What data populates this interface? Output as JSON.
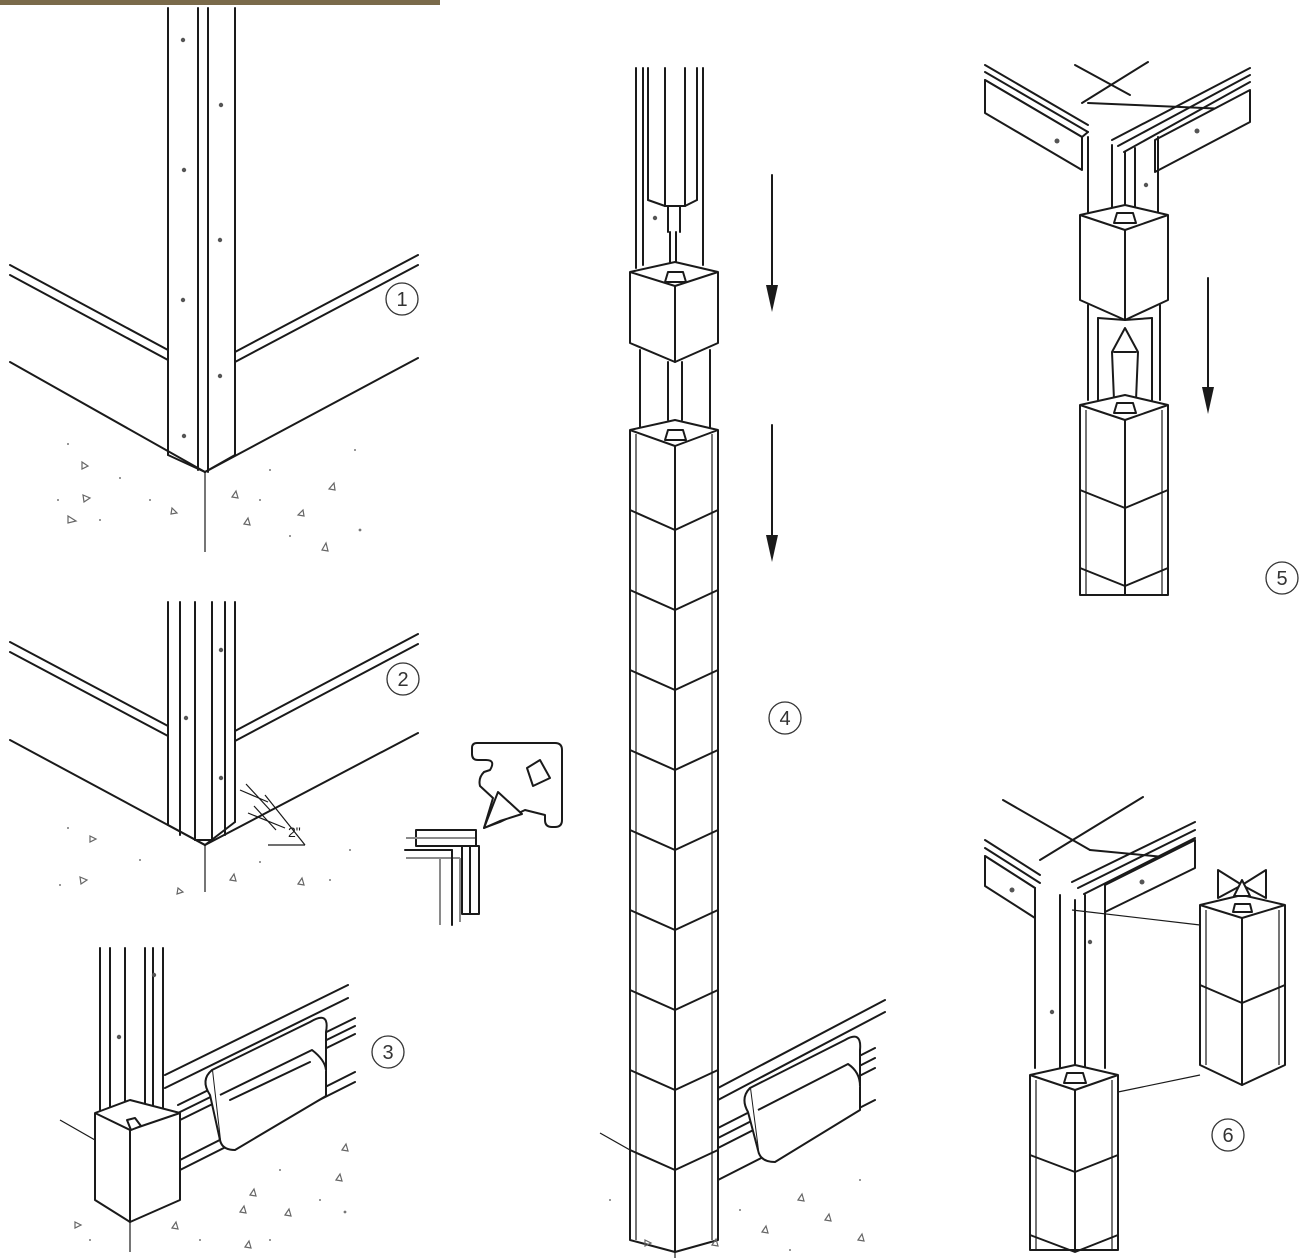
{
  "steps": [
    {
      "number": "1"
    },
    {
      "number": "2"
    },
    {
      "number": "3"
    },
    {
      "number": "4"
    },
    {
      "number": "5"
    },
    {
      "number": "6"
    }
  ],
  "dimension_label": "2\"",
  "colors": {
    "line": "#1a1a1a",
    "detail_grey": "#8a8a8a",
    "top_bar": "#7a6a4a",
    "background": "#ffffff"
  }
}
